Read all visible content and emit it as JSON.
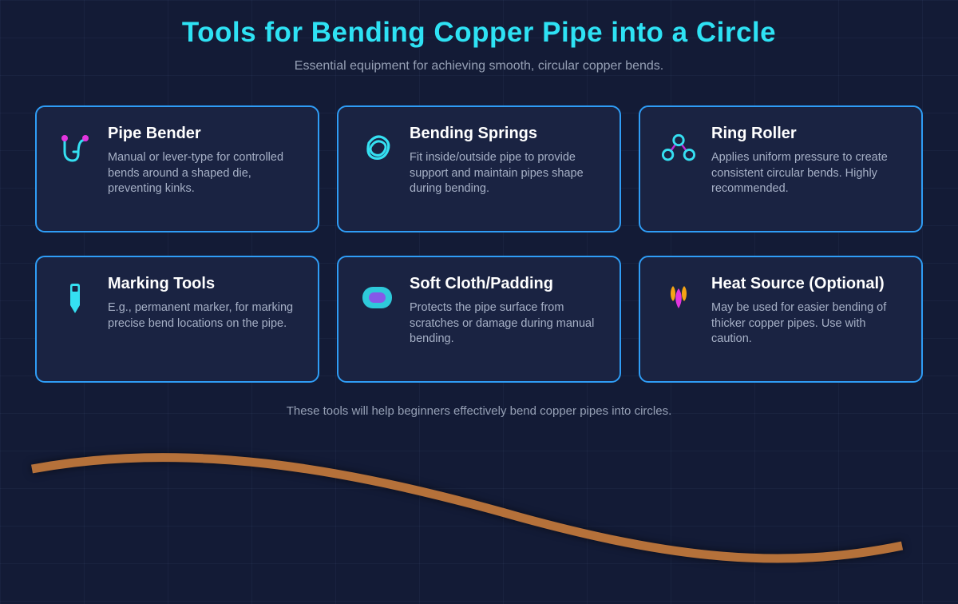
{
  "page": {
    "title": "Tools for Bending Copper Pipe into a Circle",
    "subtitle": "Essential equipment for achieving smooth, circular copper bends.",
    "footer": "These tools will help beginners effectively bend copper pipes into circles."
  },
  "cards": [
    {
      "icon": "pipe-bender-icon",
      "title": "Pipe Bender",
      "description": "Manual or lever-type for controlled bends around a shaped die, preventing kinks."
    },
    {
      "icon": "bending-springs-icon",
      "title": "Bending Springs",
      "description": "Fit inside/outside pipe to provide support and maintain pipes shape during bending."
    },
    {
      "icon": "ring-roller-icon",
      "title": "Ring Roller",
      "description": "Applies uniform pressure to create consistent circular bends. Highly recommended."
    },
    {
      "icon": "marking-tools-icon",
      "title": "Marking Tools",
      "description": "E.g., permanent marker, for marking precise bend locations on the pipe."
    },
    {
      "icon": "soft-cloth-icon",
      "title": "Soft Cloth/Padding",
      "description": "Protects the pipe surface from scratches or damage during manual bending."
    },
    {
      "icon": "heat-source-icon",
      "title": "Heat Source (Optional)",
      "description": "May be used for easier bending of thicker copper pipes. Use with caution."
    }
  ],
  "colors": {
    "background": "#131b36",
    "card-bg": "#1a2342",
    "card-border": "#2f9df6",
    "heading": "#2ee2f4",
    "muted": "#96a0b5",
    "card-title": "#ffffff",
    "card-text": "#a6b0c6",
    "icon-cyan": "#35e0f2",
    "icon-magenta": "#e335de",
    "icon-purple": "#8659e8",
    "icon-amber": "#f5a415",
    "copper": "#b5713a"
  }
}
